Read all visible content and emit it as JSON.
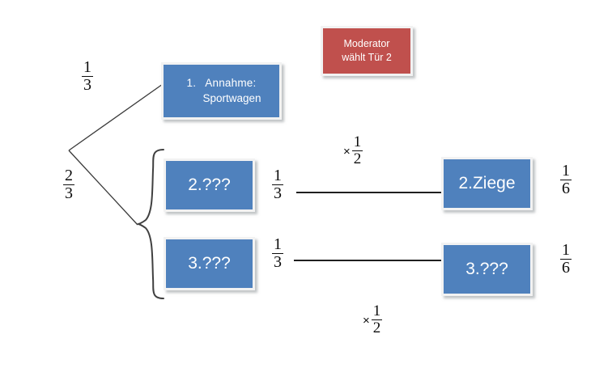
{
  "diagram": {
    "title_boxes": {
      "assumption": {
        "line1": "1.   Annahme:",
        "line2": "Sportwagen"
      },
      "moderator": {
        "line1": "Moderator",
        "line2": "wählt Tür 2"
      },
      "door2": {
        "label": "2.???"
      },
      "door3": {
        "label": "3.???"
      },
      "goat2": {
        "label": "2.Ziege"
      },
      "right3": {
        "label": "3.???"
      }
    },
    "probabilities": {
      "branch_top": {
        "numerator": "1",
        "denominator": "3"
      },
      "branch_bottom": {
        "numerator": "2",
        "denominator": "3"
      },
      "middle_upper": {
        "numerator": "1",
        "denominator": "3"
      },
      "middle_lower": {
        "numerator": "1",
        "denominator": "3"
      },
      "result_upper": {
        "numerator": "1",
        "denominator": "6"
      },
      "result_lower": {
        "numerator": "1",
        "denominator": "6"
      }
    },
    "multipliers": {
      "upper": {
        "symbol": "×",
        "numerator": "1",
        "denominator": "2"
      },
      "lower": {
        "symbol": "×",
        "numerator": "1",
        "denominator": "2"
      }
    },
    "colors": {
      "blue_box": "#4f81bd",
      "red_box": "#c0504d",
      "box_border": "#f2f2f2",
      "line": "#000000",
      "brace": "#404040",
      "text_on_box": "#ffffff",
      "fraction_text": "#0d0d0d"
    }
  }
}
